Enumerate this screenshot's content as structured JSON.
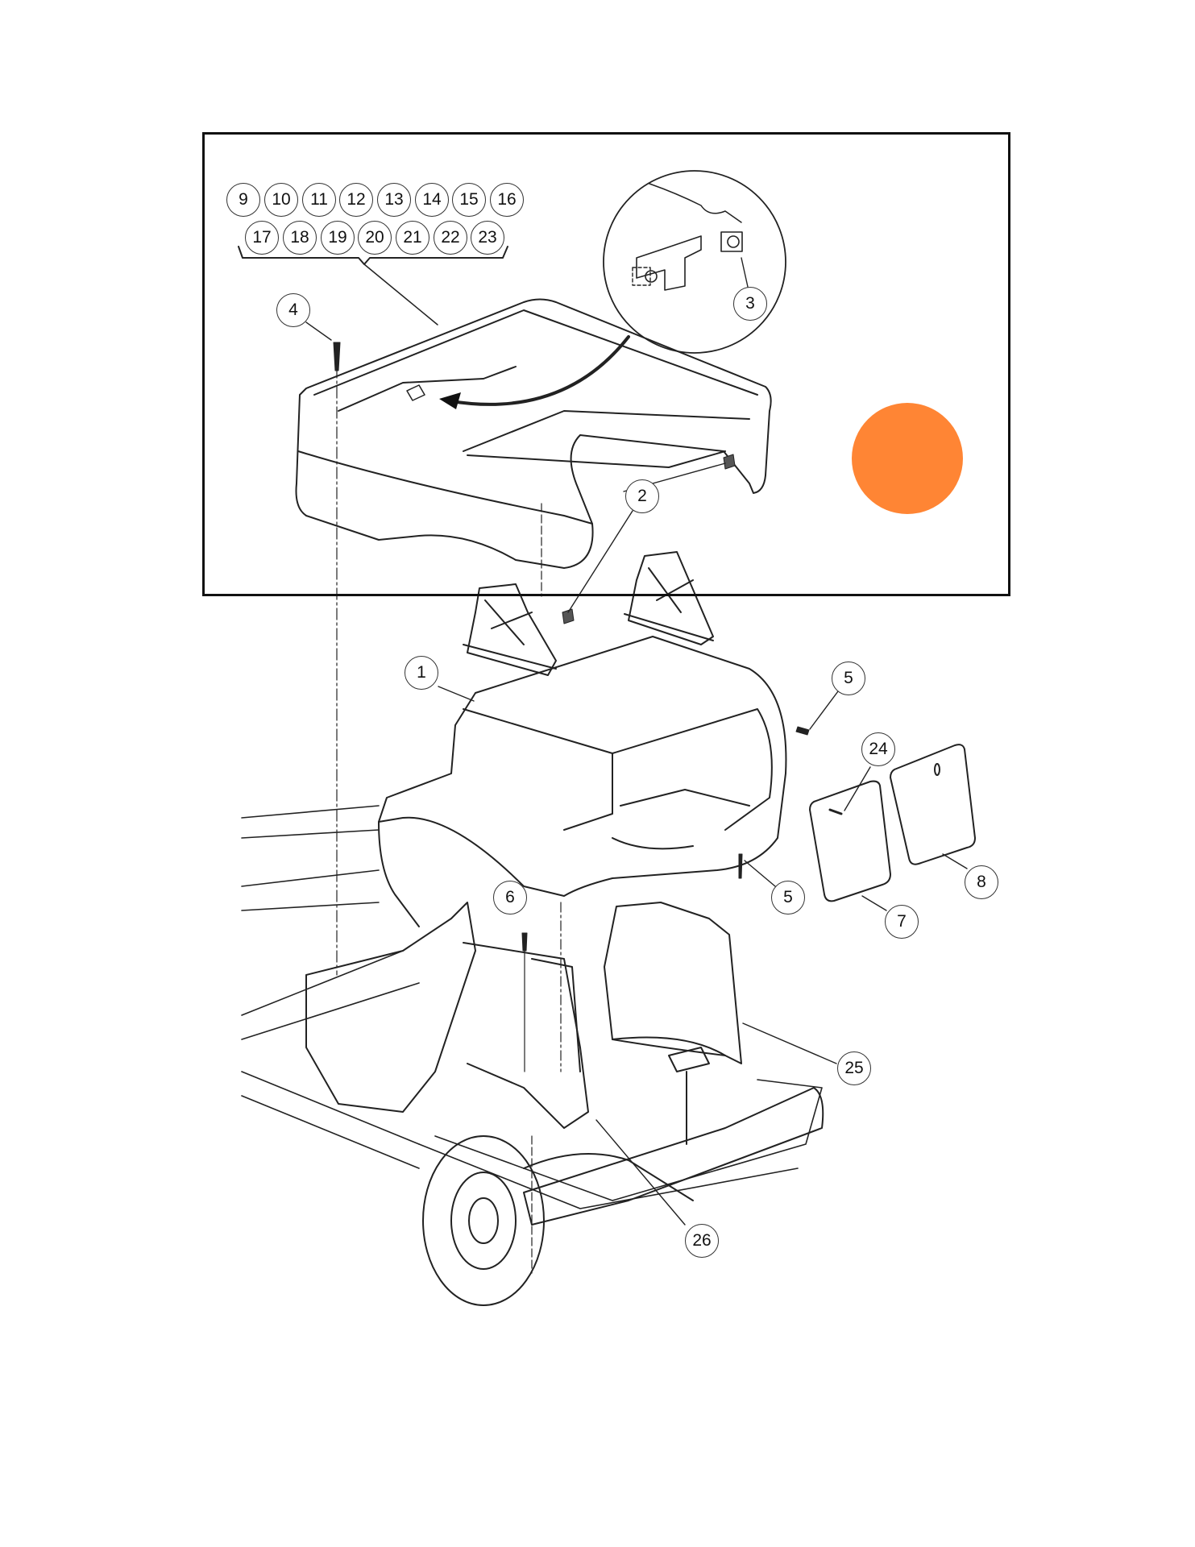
{
  "figure": {
    "type": "exploded parts diagram",
    "subject": "vehicle rear body / seat support assembly",
    "inset_frame": true,
    "marker_color": "#FF8534"
  },
  "callouts": {
    "c1": "1",
    "c2": "2",
    "c3": "3",
    "c4": "4",
    "c5a": "5",
    "c5b": "5",
    "c6": "6",
    "c7": "7",
    "c8": "8",
    "c9": "9",
    "c10": "10",
    "c11": "11",
    "c12": "12",
    "c13": "13",
    "c14": "14",
    "c15": "15",
    "c16": "16",
    "c17": "17",
    "c18": "18",
    "c19": "19",
    "c20": "20",
    "c21": "21",
    "c22": "22",
    "c23": "23",
    "c24": "24",
    "c25": "25",
    "c26": "26"
  },
  "callout_groups": {
    "bracket_group_row1": [
      "9",
      "10",
      "11",
      "12",
      "13",
      "14",
      "15",
      "16"
    ],
    "bracket_group_row2": [
      "17",
      "18",
      "19",
      "20",
      "21",
      "22",
      "23"
    ]
  }
}
